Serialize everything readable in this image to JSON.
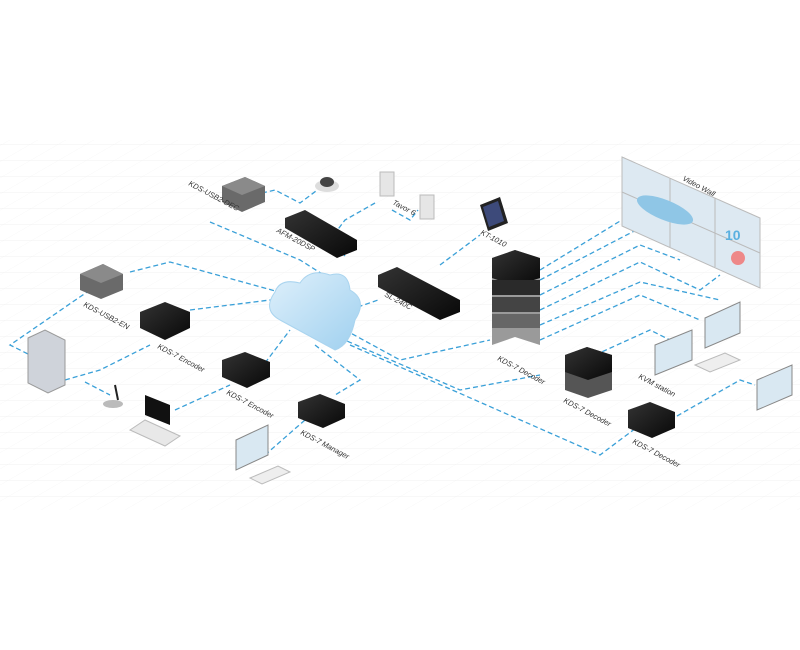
{
  "colors": {
    "link": "#3aa0d8",
    "cloud": "#bfe0f5",
    "device": "#1a1a1a",
    "grid": "#ececec"
  },
  "labels": {
    "usb_dec": "KDS-USB2-DEC",
    "afm": "AFM-20DSP",
    "tavor": "Tavor 6",
    "kt": "KT-1010",
    "sl": "SL-240C",
    "video_wall": "Video Wall",
    "usb_en": "KDS-USB2-EN",
    "encoder1": "KDS-7 Encoder",
    "encoder2": "KDS-7 Encoder",
    "manager": "KDS-7 Manager",
    "decoder_stack": "KDS-7 Decoder",
    "decoder2": "KDS-7 Decoder",
    "decoder3": "KDS-7 Decoder",
    "kvm": "KVM station"
  }
}
